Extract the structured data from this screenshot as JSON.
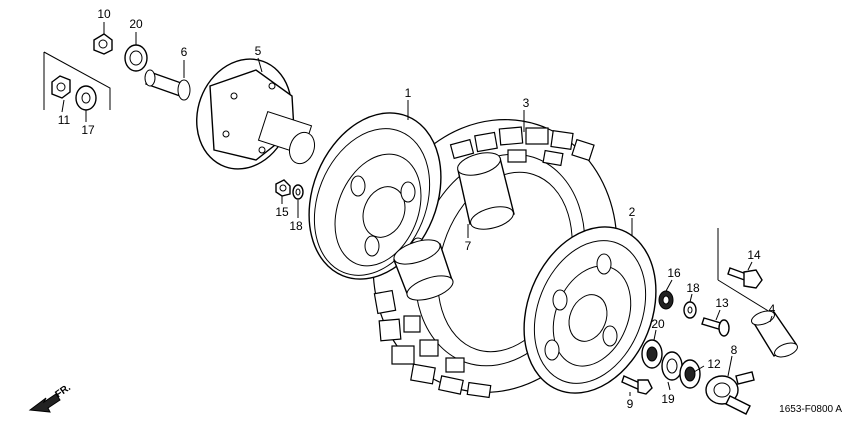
{
  "diagram_code": "1653-F0800 A",
  "direction_label": "FR.",
  "callouts": [
    {
      "id": "c1",
      "label": "1"
    },
    {
      "id": "c2",
      "label": "2"
    },
    {
      "id": "c3",
      "label": "3"
    },
    {
      "id": "c4",
      "label": "4"
    },
    {
      "id": "c5",
      "label": "5"
    },
    {
      "id": "c6",
      "label": "6"
    },
    {
      "id": "c7",
      "label": "7"
    },
    {
      "id": "c8",
      "label": "8"
    },
    {
      "id": "c9",
      "label": "9"
    },
    {
      "id": "c10",
      "label": "10"
    },
    {
      "id": "c11",
      "label": "11"
    },
    {
      "id": "c12",
      "label": "12"
    },
    {
      "id": "c13",
      "label": "13"
    },
    {
      "id": "c14",
      "label": "14"
    },
    {
      "id": "c15",
      "label": "15"
    },
    {
      "id": "c16",
      "label": "16"
    },
    {
      "id": "c17",
      "label": "17"
    },
    {
      "id": "c18a",
      "label": "18"
    },
    {
      "id": "c18b",
      "label": "18"
    },
    {
      "id": "c19",
      "label": "19"
    },
    {
      "id": "c20a",
      "label": "20"
    },
    {
      "id": "c20b",
      "label": "20"
    }
  ]
}
